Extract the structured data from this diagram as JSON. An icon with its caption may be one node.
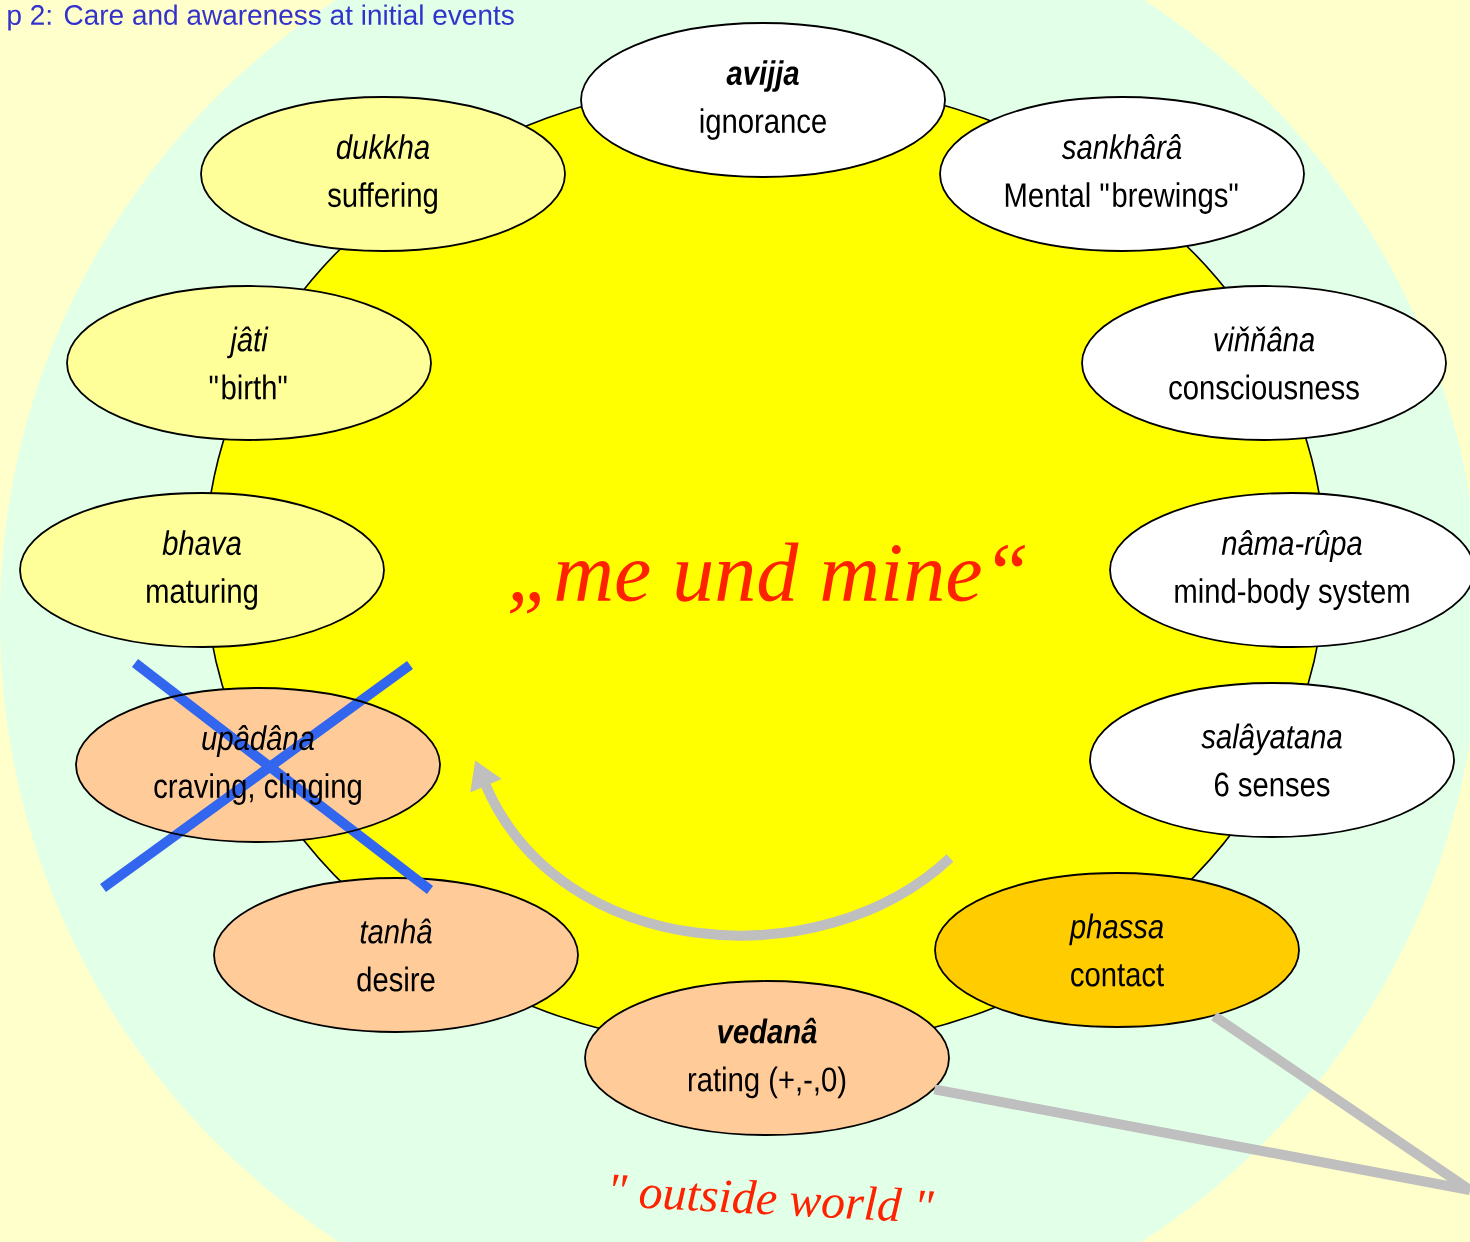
{
  "diagram": {
    "title": "p 2: Care and awareness at initial events",
    "nodes": [
      {
        "text": [
          "avijja",
          "ignorance"
        ]
      },
      {
        "text": [
          "sankhârâ",
          "Mental \"brewings\""
        ]
      },
      {
        "text": [
          "viňňâna",
          "consciousness"
        ]
      },
      {
        "text": [
          "nâma-rûpa",
          "mind-body system"
        ]
      },
      {
        "text": [
          "salâyatana",
          "6 senses"
        ]
      },
      {
        "text": [
          "phassa",
          "contact"
        ]
      },
      {
        "text": [
          "vedanâ",
          "rating (+,-,0)"
        ]
      },
      {
        "text": [
          "tanhâ",
          "desire"
        ]
      },
      {
        "text": [
          "upâdâna",
          "craving, clinging"
        ]
      },
      {
        "text": [
          "bhava",
          "maturing"
        ]
      },
      {
        "text": [
          "jâti",
          "\"birth\""
        ]
      },
      {
        "text": [
          "dukkha",
          "suffering"
        ]
      }
    ],
    "edges": [
      {
        "from": 6,
        "to": null,
        "arrow": "none"
      },
      {
        "from": 5,
        "to": null,
        "arrow": "none"
      }
    ],
    "labels": [
      "„me und mine“",
      "\" outside world \""
    ]
  }
}
